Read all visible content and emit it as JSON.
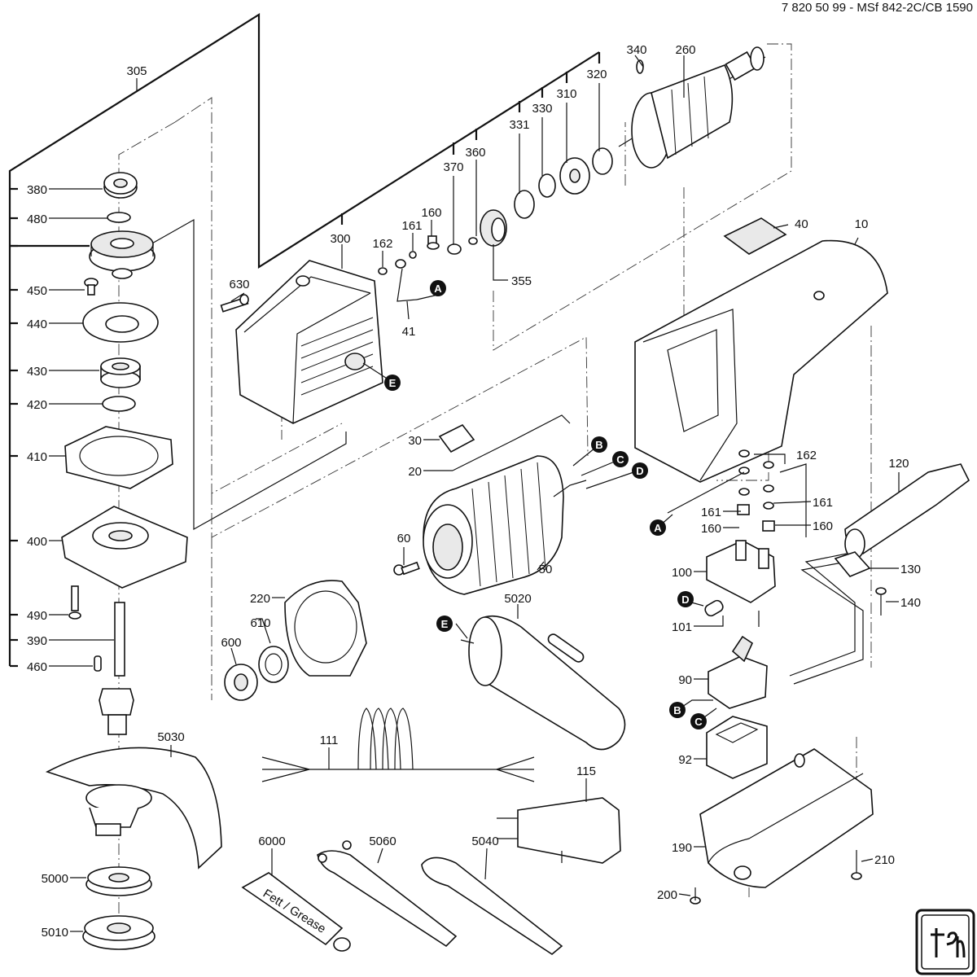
{
  "header": {
    "doc_ref": "7 820 50 99 - MSf 842-2C/CB 1590"
  },
  "part_labels": {
    "p10": "10",
    "p20": "20",
    "p30": "30",
    "p40": "40",
    "p41": "41",
    "p50": "50",
    "p60": "60",
    "p90": "90",
    "p92": "92",
    "p100": "100",
    "p101": "101",
    "p111": "111",
    "p115": "115",
    "p120": "120",
    "p130": "130",
    "p140": "140",
    "p160a": "160",
    "p160b": "160",
    "p160c": "160",
    "p161a": "161",
    "p161b": "161",
    "p161c": "161",
    "p162a": "162",
    "p162b": "162",
    "p190": "190",
    "p200": "200",
    "p210": "210",
    "p220": "220",
    "p260": "260",
    "p300": "300",
    "p305": "305",
    "p310": "310",
    "p320": "320",
    "p330": "330",
    "p331": "331",
    "p340": "340",
    "p355": "355",
    "p360": "360",
    "p370": "370",
    "p380": "380",
    "p390": "390",
    "p400": "400",
    "p410": "410",
    "p420": "420",
    "p430": "430",
    "p440": "440",
    "p450": "450",
    "p460": "460",
    "p480": "480",
    "p490": "490",
    "p600": "600",
    "p610": "610",
    "p630": "630",
    "p5000": "5000",
    "p5010": "5010",
    "p5020": "5020",
    "p5030": "5030",
    "p5040": "5040",
    "p5060": "5060",
    "p6000": "6000"
  },
  "reference_markers": {
    "A1": "A",
    "A2": "A",
    "B1": "B",
    "B2": "B",
    "C1": "C",
    "C2": "C",
    "D1": "D",
    "D2": "D",
    "E1": "E",
    "E2": "E"
  },
  "tube_text": "Fett / Grease",
  "brand_logo": "fein-logo"
}
